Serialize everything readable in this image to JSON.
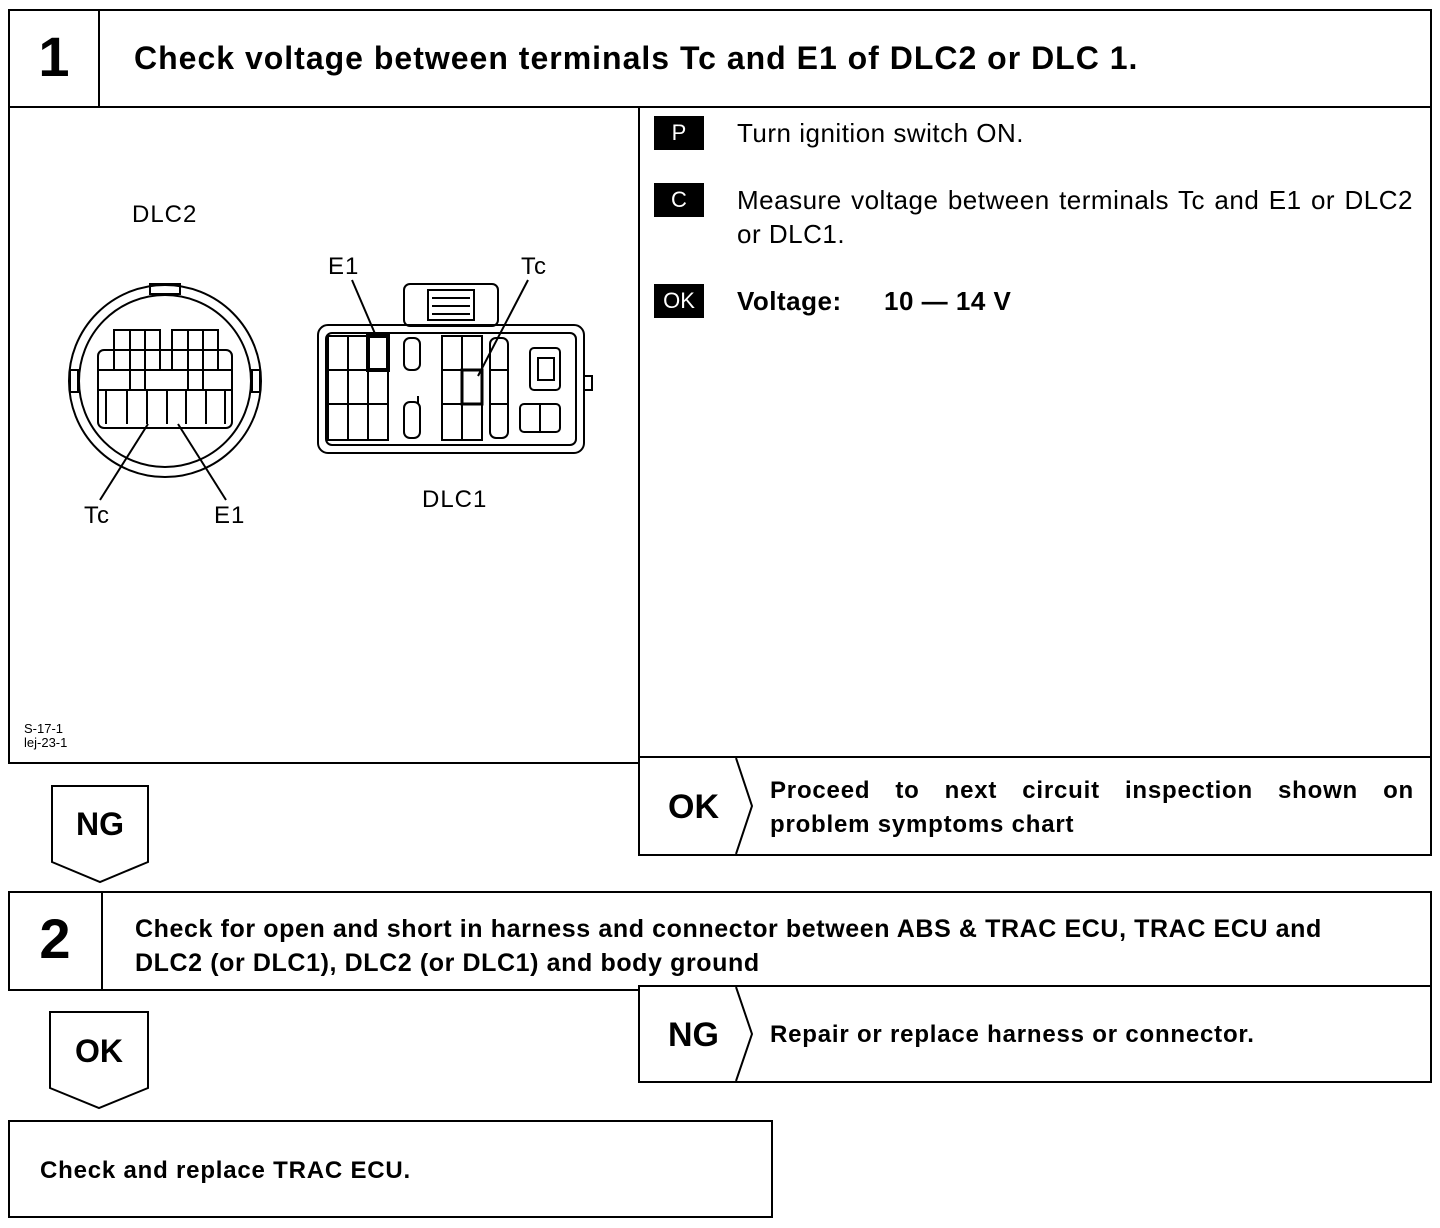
{
  "step1": {
    "number": "1",
    "title": "Check voltage between terminals Tc and E1 of DLC2 or DLC 1.",
    "diagram": {
      "dlc2_label": "DLC2",
      "dlc1_label": "DLC1",
      "tc_label_left": "Tc",
      "e1_label_left": "E1",
      "e1_label_right": "E1",
      "tc_label_right": "Tc",
      "ref_code_1": "S-17-1",
      "ref_code_2": "lej-23-1"
    },
    "instructions": [
      {
        "tag": "P",
        "text": "Turn ignition switch ON."
      },
      {
        "tag": "C",
        "text": "Measure voltage between terminals Tc and E1 or DLC2 or DLC1."
      },
      {
        "tag": "OK",
        "label": "Voltage:",
        "value": "10 — 14 V"
      }
    ],
    "ok_result": {
      "word": "OK",
      "text": "Proceed to next circuit inspection shown on problem symptoms chart"
    },
    "ng_arrow": "NG"
  },
  "step2": {
    "number": "2",
    "title": "Check for open and short in harness and connector between ABS & TRAC ECU, TRAC ECU and DLC2 (or DLC1), DLC2 (or DLC1) and body ground",
    "ng_result": {
      "word": "NG",
      "text": "Repair or replace harness or connector."
    },
    "ok_arrow": "OK"
  },
  "final": {
    "text": "Check and replace TRAC ECU."
  }
}
